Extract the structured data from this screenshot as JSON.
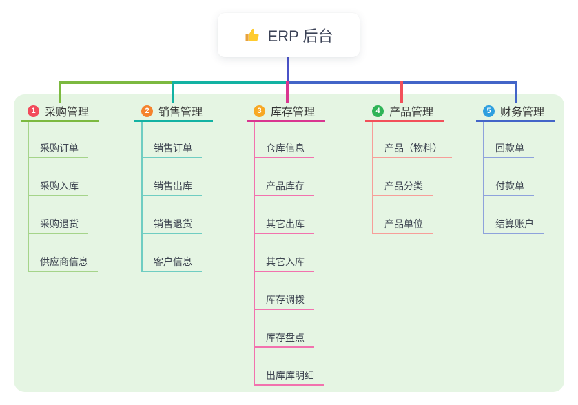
{
  "root": {
    "label": "ERP 后台",
    "icon": "thumbs-up",
    "card_color": "#FFFFFF",
    "text_color": "#3B4256"
  },
  "canvas": {
    "background": "#FFFFFF",
    "panel_color": "#E5F5E3"
  },
  "connector_colors": {
    "root": "#4A52C8",
    "left": "#7CB940",
    "mid": "#13B2A3",
    "right": "#4365C8"
  },
  "branches": [
    {
      "index": "1",
      "label": "采购管理",
      "badge_color": "#F24B5B",
      "line_color": "#7CB940",
      "child_line_color": "#A5D48A",
      "children": [
        "采购订单",
        "采购入库",
        "采购退货",
        "供应商信息"
      ]
    },
    {
      "index": "2",
      "label": "销售管理",
      "badge_color": "#F5822D",
      "line_color": "#13B2A3",
      "child_line_color": "#6FCDC2",
      "children": [
        "销售订单",
        "销售出库",
        "销售退货",
        "客户信息"
      ]
    },
    {
      "index": "3",
      "label": "库存管理",
      "badge_color": "#F7A824",
      "line_color": "#D93690",
      "child_line_color": "#F272AE",
      "children": [
        "仓库信息",
        "产品库存",
        "其它出库",
        "其它入库",
        "库存调拨",
        "库存盘点",
        "出库库明细"
      ]
    },
    {
      "index": "4",
      "label": "产品管理",
      "badge_color": "#2FB457",
      "line_color": "#F2505A",
      "child_line_color": "#F79E99",
      "children": [
        "产品（物料）",
        "产品分类",
        "产品单位"
      ]
    },
    {
      "index": "5",
      "label": "财务管理",
      "badge_color": "#2E9FDF",
      "line_color": "#4365C8",
      "child_line_color": "#8EA2DC",
      "children": [
        "回款单",
        "付款单",
        "结算账户"
      ]
    }
  ]
}
